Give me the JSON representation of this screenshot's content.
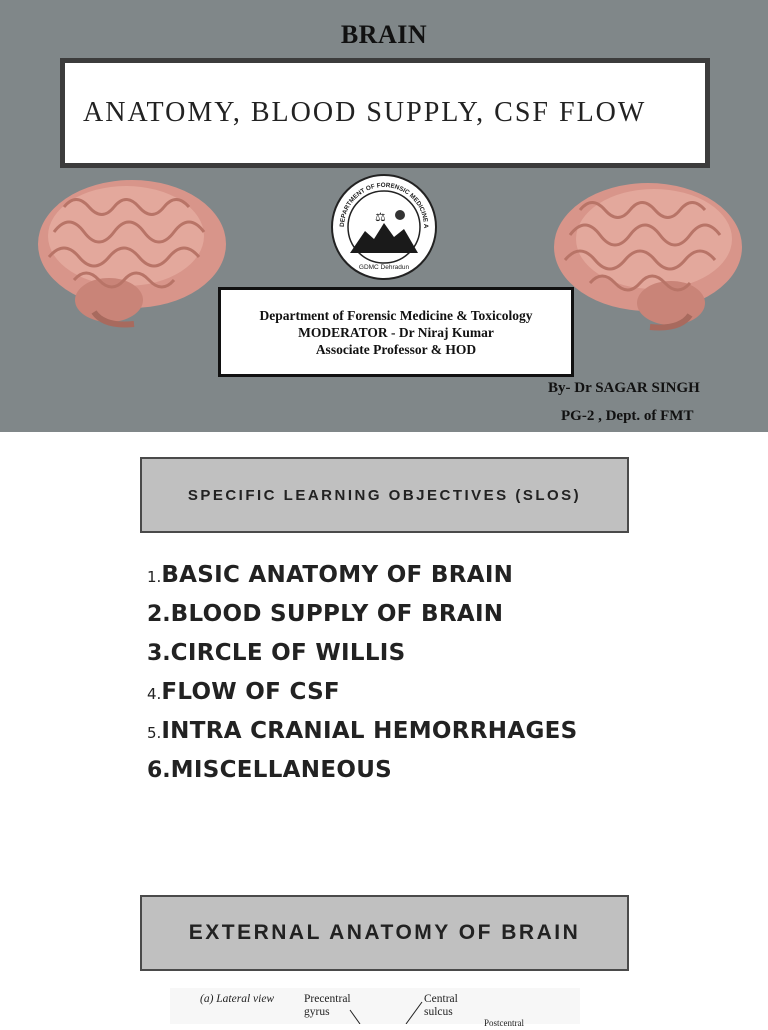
{
  "slide1": {
    "heading": "BRAIN",
    "title": "ANATOMY, BLOOD SUPPLY, CSF FLOW",
    "department": "Department of Forensic Medicine & Toxicology",
    "moderator": "MODERATOR - Dr Niraj Kumar",
    "designation": "Associate Professor & HOD",
    "byline": "By- Dr SAGAR SINGH",
    "byline2": "PG-2 , Dept. of FMT",
    "seal_text": "DEPARTMENT OF FORENSIC MEDICINE AND TOXICOLOGY",
    "seal_bottom": "GDMC Dehradun",
    "colors": {
      "background": "#808789",
      "title_border": "#3c3c3c",
      "brain": "#d8958a"
    }
  },
  "slide2": {
    "header": "SPECIFIC LEARNING OBJECTIVES (SLOS)",
    "objectives": [
      {
        "num": "1.",
        "text": "BASIC ANATOMY OF BRAIN",
        "num_bold": false
      },
      {
        "num": "2.",
        "text": "BLOOD SUPPLY OF BRAIN",
        "num_bold": true
      },
      {
        "num": "3.",
        "text": "CIRCLE OF WILLIS",
        "num_bold": true
      },
      {
        "num": "4.",
        "text": "FLOW OF CSF",
        "num_bold": false
      },
      {
        "num": "5.",
        "text": "INTRA CRANIAL HEMORRHAGES",
        "num_bold": false
      },
      {
        "num": "6.",
        "text": "MISCELLANEOUS",
        "num_bold": true
      }
    ]
  },
  "slide3": {
    "header": "EXTERNAL ANATOMY OF BRAIN",
    "figure_labels": {
      "view": "(a) Lateral view",
      "precentral": "Precentral\ngyrus",
      "central": "Central\nsulcus",
      "postcentral": "Postcentral"
    }
  }
}
